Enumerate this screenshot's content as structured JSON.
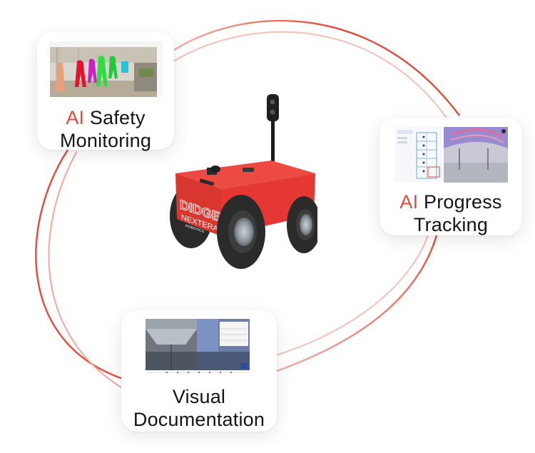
{
  "colors": {
    "accent": "#e8493a",
    "robot_body": "#e53834",
    "text": "#141414"
  },
  "cards": {
    "safety": {
      "accent": "AI",
      "line1_rest": " Safety",
      "line2": "Monitoring",
      "image": "safety-camera-view-with-segmented-workers"
    },
    "progress": {
      "accent": "AI",
      "line1_rest": " Progress",
      "line2": "Tracking",
      "image": "floorplan-and-360-interior-view"
    },
    "documentation": {
      "line1": "Visual",
      "line2": "Documentation",
      "image": "dual-360-site-captures"
    }
  },
  "robot": {
    "brand": "DIDGE",
    "sub_brand": "NEXTERA",
    "sub_brand_tag": "ROBOTICS"
  }
}
